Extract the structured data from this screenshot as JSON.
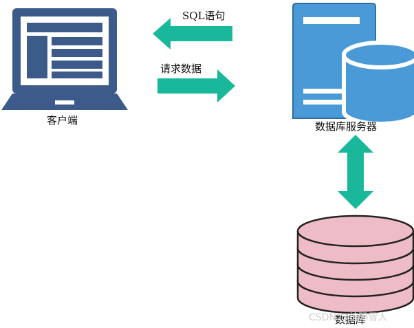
{
  "labels": {
    "client": "客户端",
    "sql": "SQL语句",
    "request": "请求数据",
    "db_server": "数据库服务器",
    "database": "数据库"
  },
  "watermark": "CSDN @编码雪人",
  "colors": {
    "laptop": "#3c5b8a",
    "server": "#4a9ad7",
    "server_outline": "#2e6f9e",
    "arrow": "#19b89a",
    "database_fill": "#eebcc6",
    "database_outline": "#222222"
  }
}
